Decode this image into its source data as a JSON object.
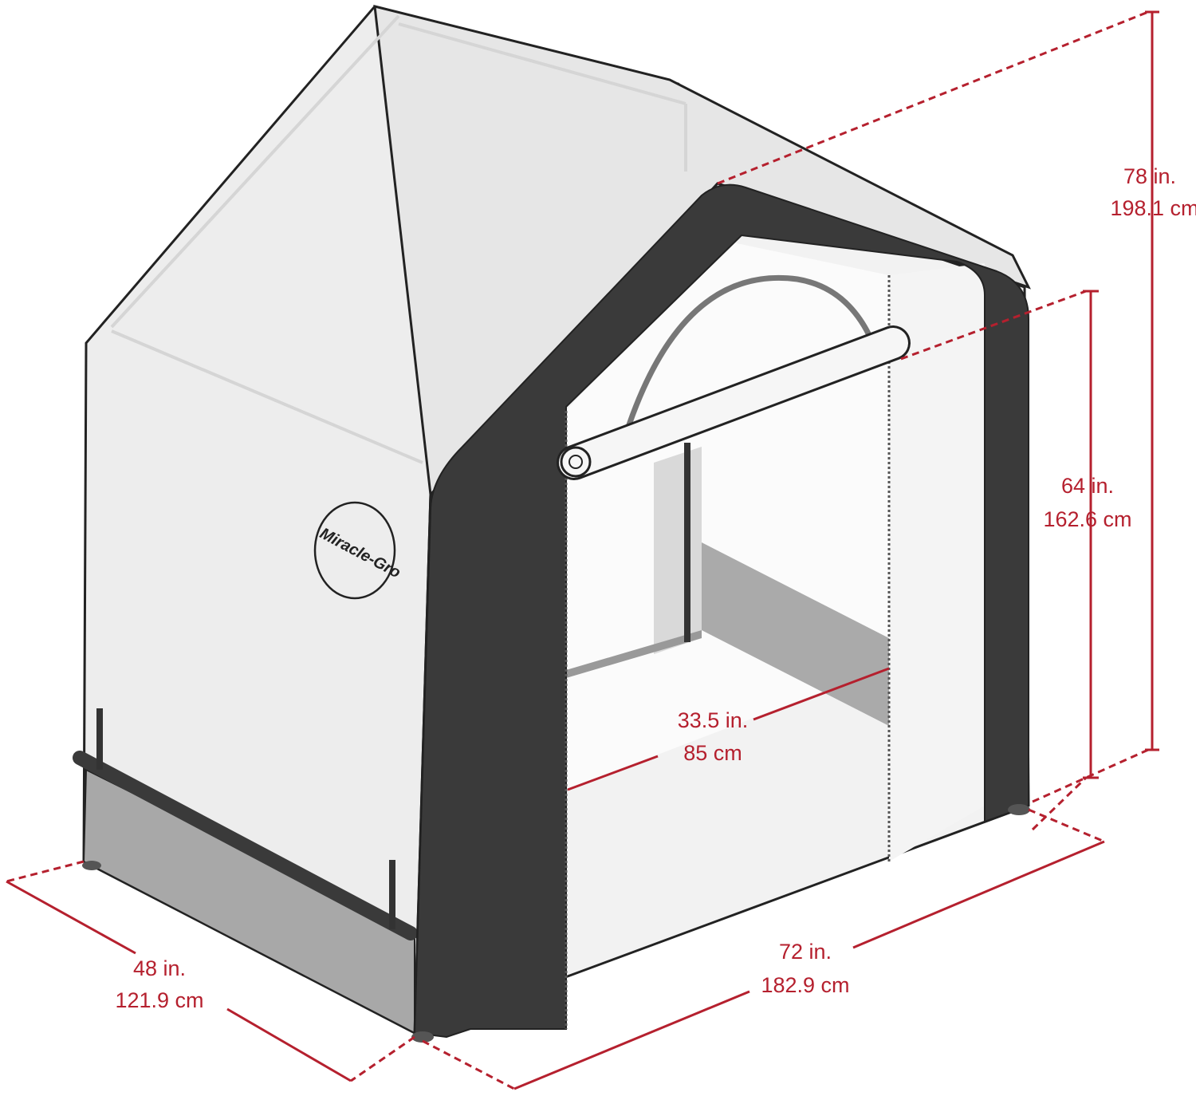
{
  "brand": {
    "logo_text": "Miracle-Gro"
  },
  "colors": {
    "dimension": "#b5202e",
    "frame": "#3a3a3a",
    "cover": "#efefef"
  },
  "dimensions": {
    "overall_height": {
      "inches": "78 in.",
      "cm": "198.1 cm"
    },
    "door_height": {
      "inches": "64 in.",
      "cm": "162.6 cm"
    },
    "door_width": {
      "inches": "33.5 in.",
      "cm": "85 cm"
    },
    "width": {
      "inches": "72 in.",
      "cm": "182.9 cm"
    },
    "depth": {
      "inches": "48 in.",
      "cm": "121.9 cm"
    }
  }
}
